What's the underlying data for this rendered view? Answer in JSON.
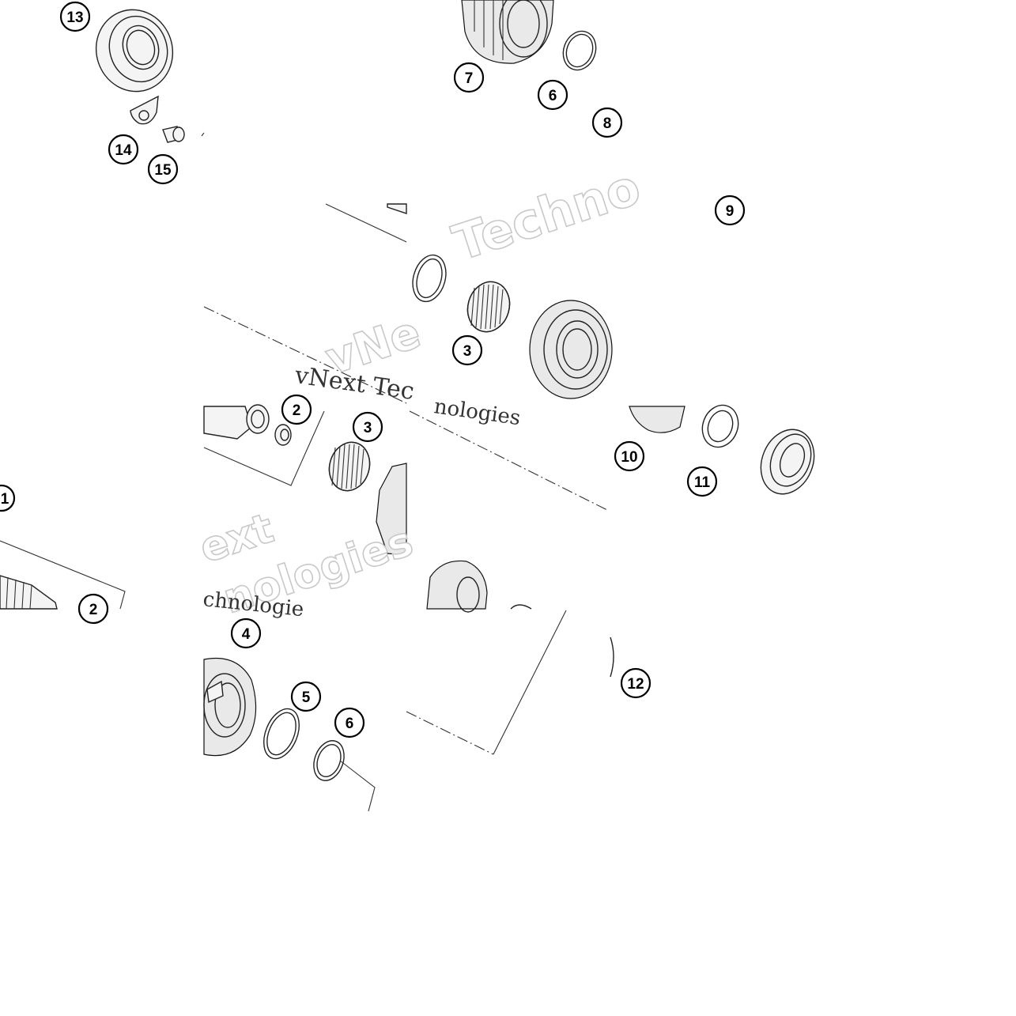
{
  "diagram": {
    "callouts": {
      "c13": "13",
      "c14": "14",
      "c15": "15",
      "c7": "7",
      "c6a": "6",
      "c8": "8",
      "c9": "9",
      "c3a": "3",
      "c3b": "3",
      "c2a": "2",
      "c2b": "2",
      "c10": "10",
      "c11": "11",
      "c4": "4",
      "c5": "5",
      "c6b": "6",
      "c12": "12",
      "c1": "1"
    },
    "watermarks": {
      "w1": "Techno",
      "w2": "vNext Tec",
      "w3": "nologies",
      "w4": "ext",
      "w5": "nologies",
      "w6": "chnologie",
      "w7": "vNe"
    }
  }
}
